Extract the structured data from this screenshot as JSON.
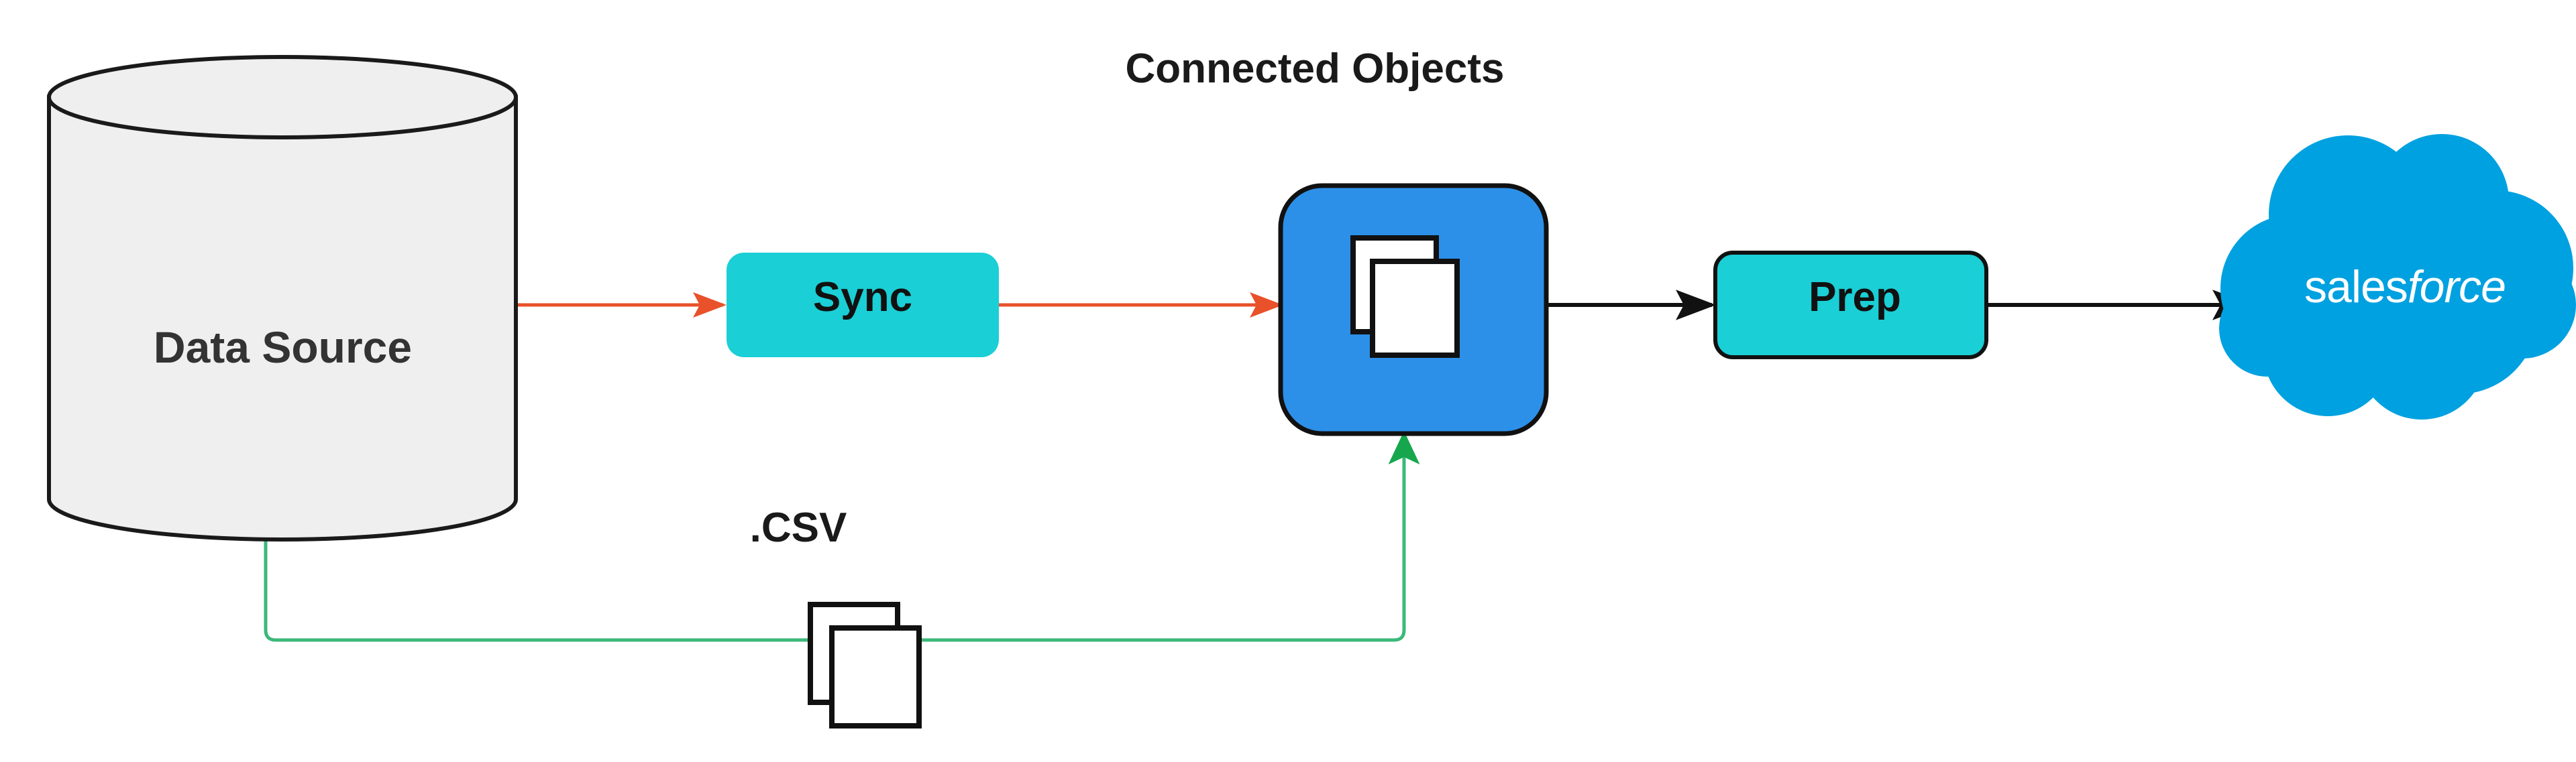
{
  "diagram": {
    "title": "Connected Objects",
    "nodes": {
      "data_source": {
        "label": "Data Source",
        "shape": "cylinder",
        "fill": "#EFEFEF",
        "stroke": "#1A1A1A"
      },
      "sync": {
        "label": "Sync",
        "shape": "rounded-rect",
        "fill": "#1ACFD5",
        "stroke": "none"
      },
      "connected_objects": {
        "label": "",
        "icon": "documents-icon",
        "shape": "rounded-rect",
        "fill": "#2C90E8",
        "stroke": "#111111"
      },
      "prep": {
        "label": "Prep",
        "shape": "rounded-rect",
        "fill": "#1ACFD5",
        "stroke": "#111111"
      },
      "salesforce": {
        "label": "salesforce",
        "label_upright_prefix": "sales",
        "label_italic_suffix": "force",
        "shape": "cloud",
        "fill": "#00A1E0"
      },
      "csv": {
        "label": ".CSV",
        "icon": "documents-icon",
        "fill": "#FFFFFF",
        "stroke": "#111111"
      }
    },
    "edges": [
      {
        "id": "data-source-to-sync",
        "from": "data_source",
        "to": "sync",
        "color": "#E8512A",
        "arrow": true
      },
      {
        "id": "sync-to-connected-objects",
        "from": "sync",
        "to": "connected_objects",
        "color": "#E8512A",
        "arrow": true
      },
      {
        "id": "connected-objects-to-prep",
        "from": "connected_objects",
        "to": "prep",
        "color": "#111111",
        "arrow": true
      },
      {
        "id": "prep-to-salesforce",
        "from": "prep",
        "to": "salesforce",
        "color": "#111111",
        "arrow": true
      },
      {
        "id": "data-source-to-connected-objects-csv",
        "from": "data_source",
        "to": "connected_objects",
        "color": "#3CB878",
        "arrow": true
      }
    ],
    "colors": {
      "teal": "#1ACFD5",
      "blue_node": "#2C90E8",
      "salesforce_blue": "#00A1E0",
      "arrow_red": "#E8512A",
      "arrow_black": "#111111",
      "arrow_green": "#3CB878",
      "cylinder_fill": "#EFEFEF",
      "background": "#FFFFFF"
    }
  }
}
